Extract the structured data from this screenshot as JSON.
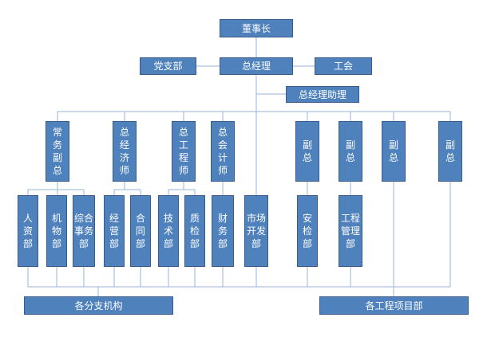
{
  "chart_type": "org-chart",
  "colors": {
    "box_fill": "#4F81BD",
    "box_border": "#385D8A",
    "connector_line": "#95B3D7",
    "box_text": "#FFFFFF",
    "background": "#FFFFFF"
  },
  "nodes": {
    "chairman": {
      "label": "董事长"
    },
    "party_branch": {
      "label": "党支部"
    },
    "general_manager": {
      "label": "总经理"
    },
    "labor_union": {
      "label": "工会"
    },
    "gm_assistant": {
      "label": "总经理助理"
    },
    "executives": [
      {
        "label": "常务副总"
      },
      {
        "label": "总经济师"
      },
      {
        "label": "总工程师"
      },
      {
        "label": "总会计师"
      },
      {
        "label": "副总"
      },
      {
        "label": "副总"
      },
      {
        "label": "副总"
      },
      {
        "label": "副总"
      }
    ],
    "departments": [
      {
        "label": "人资部"
      },
      {
        "label": "机物部"
      },
      {
        "label": "综合事务部"
      },
      {
        "label": "经营部"
      },
      {
        "label": "合同部"
      },
      {
        "label": "技术部"
      },
      {
        "label": "质检部"
      },
      {
        "label": "财务部"
      },
      {
        "label": "市场开发部"
      },
      {
        "label": "安检部"
      },
      {
        "label": "工程管理部"
      }
    ],
    "bottom_units": [
      {
        "label": "各分支机构"
      },
      {
        "label": "各工程项目部"
      }
    ]
  }
}
